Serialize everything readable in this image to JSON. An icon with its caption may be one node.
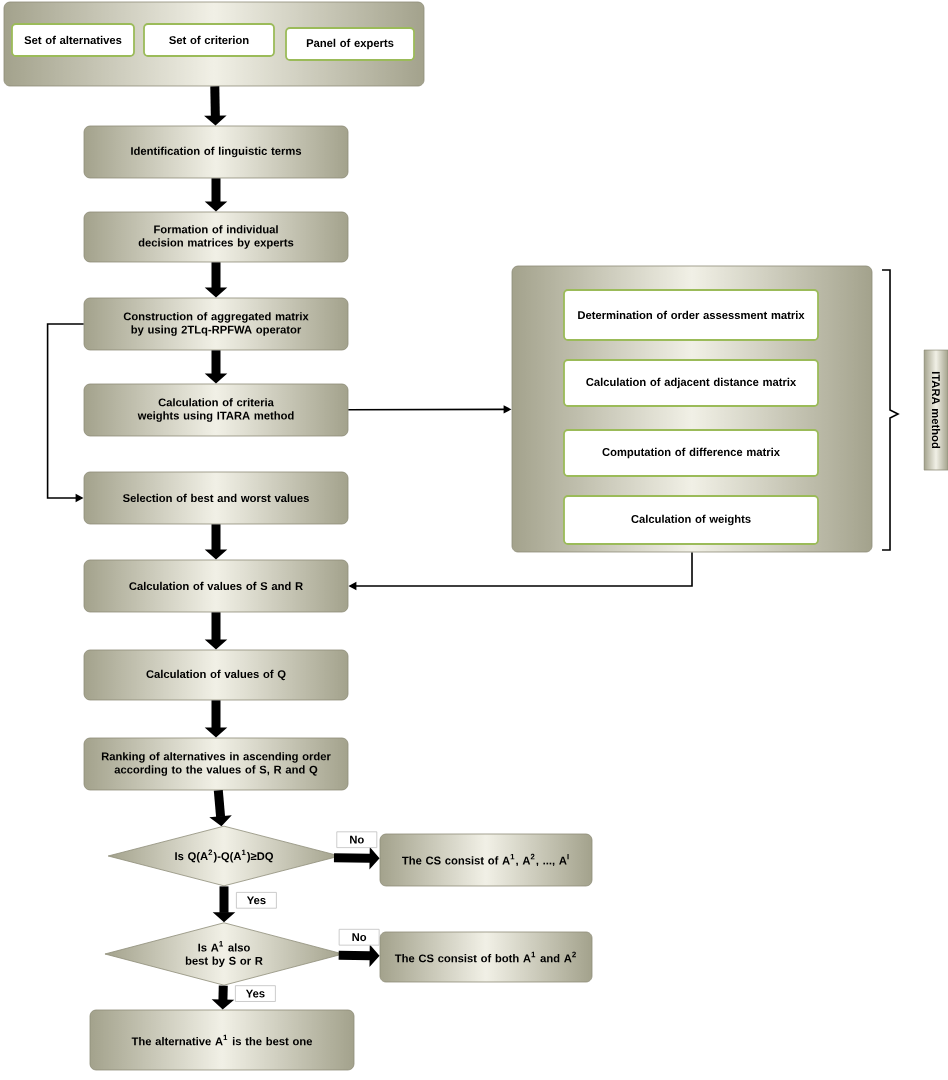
{
  "diagram": {
    "nodes": [
      {
        "text": [],
        "shape": "box"
      },
      {
        "text": [
          "Set of alternatives"
        ],
        "in": 0
      },
      {
        "text": [
          "Set of criterion"
        ],
        "in": 0
      },
      {
        "text": [
          "Panel of experts"
        ],
        "in": 0
      },
      {
        "text": [
          "Identification of linguistic terms"
        ]
      },
      {
        "text": [
          "Formation of individual decision matrices by experts"
        ]
      },
      {
        "text": [
          "Construction of aggregated matrix by using 2TLq-RPFWA operator"
        ]
      },
      {
        "text": [
          "Calculation of criteria weights using ITARA method"
        ]
      },
      {
        "text": [
          "Selection of best and worst values"
        ]
      },
      {
        "text": [],
        "shape": "box"
      },
      {
        "text": [
          "Determination of order assessment matrix"
        ],
        "in": 9
      },
      {
        "text": [
          "Calculation of adjacent distance matrix"
        ],
        "in": 9
      },
      {
        "text": [
          "Computation of difference matrix"
        ],
        "in": 9
      },
      {
        "text": [
          "Calculation of weights"
        ],
        "in": 9
      },
      {
        "text": [
          "ITARA method"
        ]
      },
      {
        "text": [
          "Calculation of values of S and R"
        ]
      },
      {
        "text": [
          "Calculation of values of Q"
        ]
      },
      {
        "text": [
          "Ranking of alternatives in ascending order according to the values of S, R and Q"
        ]
      },
      {
        "text": [
          "Is Q(A$^{2}$)-Q(A$^{1}$)≥DQ"
        ]
      },
      {
        "text": [
          "The CS consist of A$^{1}$, A$^{2}$, ..., A$^{I}$"
        ]
      },
      {
        "text": [
          "Is A$^{1}$ also best by S or R"
        ]
      },
      {
        "text": [
          "The CS consist of both A$^{1}$ and A$^{2}$"
        ]
      },
      {
        "text": [
          "The alternative A$^{1}$ is the best one"
        ]
      }
    ],
    "edges": [
      {
        "from": 0,
        "to": 4,
        "arrow": "to"
      },
      {
        "from": 4,
        "to": 5,
        "arrow": "to"
      },
      {
        "from": 5,
        "to": 6,
        "arrow": "to"
      },
      {
        "from": 6,
        "to": 7,
        "arrow": "to"
      },
      {
        "from": 6,
        "to": 8,
        "arrow": "to"
      },
      {
        "from": 7,
        "to": 9,
        "arrow": "to"
      },
      {
        "from": 9,
        "to": 15,
        "arrow": "to"
      },
      {
        "from": 8,
        "to": 15,
        "arrow": "to"
      },
      {
        "from": 15,
        "to": 16,
        "arrow": "to"
      },
      {
        "from": 16,
        "to": 17,
        "arrow": "to"
      },
      {
        "from": 17,
        "to": 18,
        "arrow": "to"
      },
      {
        "from": 18,
        "to": 19,
        "arrow": "to",
        "label": "No"
      },
      {
        "from": 18,
        "to": 20,
        "arrow": "to",
        "label": "Yes"
      },
      {
        "from": 20,
        "to": 21,
        "arrow": "to",
        "label": "No"
      },
      {
        "from": 20,
        "to": 22,
        "arrow": "to",
        "label": "Yes"
      }
    ]
  }
}
